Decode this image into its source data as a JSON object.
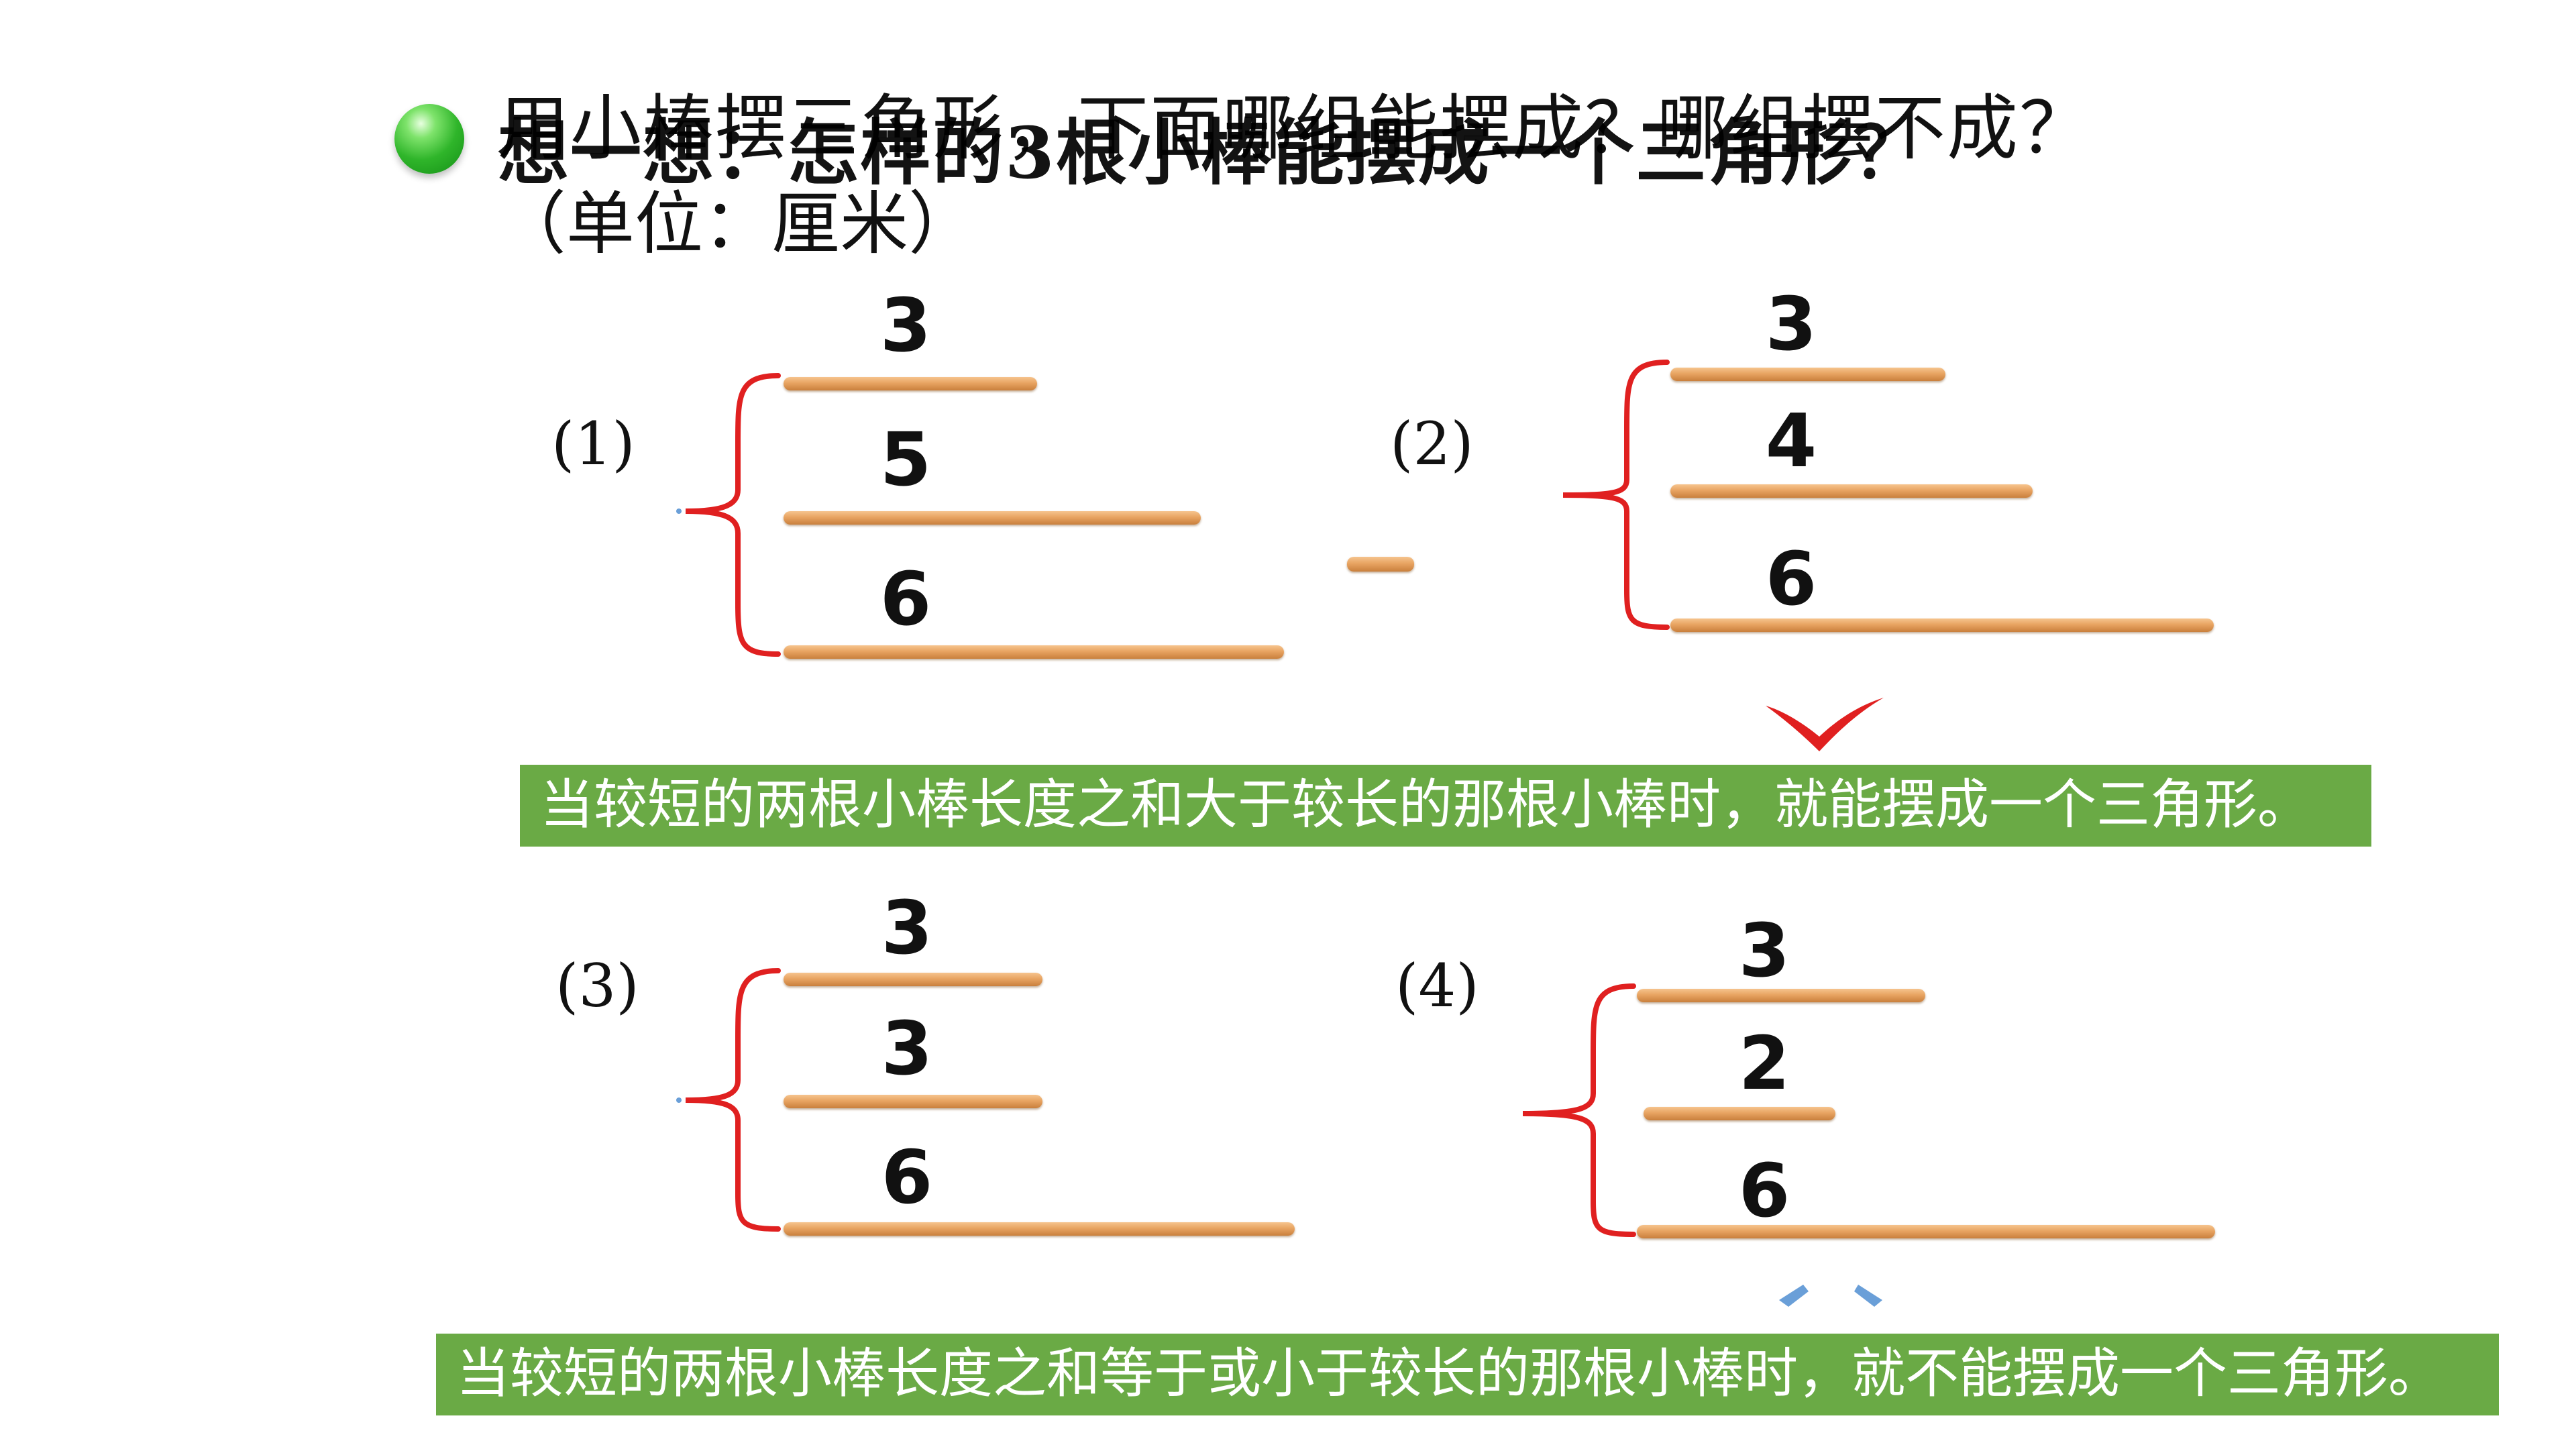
{
  "title": {
    "line1": "用小棒摆三角形，下面哪组能摆成？哪组摆不成？",
    "overlay": "想一想：怎样的3根小棒能摆成一个三角形？",
    "unit": "（单位：厘米）"
  },
  "groups": [
    {
      "label": "(1)",
      "lengths": [
        "3",
        "5",
        "6"
      ]
    },
    {
      "label": "(2)",
      "lengths": [
        "3",
        "4",
        "6"
      ]
    },
    {
      "label": "(3)",
      "lengths": [
        "3",
        "3",
        "6"
      ]
    },
    {
      "label": "(4)",
      "lengths": [
        "3",
        "2",
        "6"
      ]
    }
  ],
  "conclusions": {
    "can": "当较短的两根小棒长度之和大于较长的那根小棒时，就能摆成一个三角形。",
    "cannot": "当较短的两根小棒长度之和等于或小于较长的那根小棒时，就不能摆成一个三角形。"
  },
  "colors": {
    "bullet": "#2fb52a",
    "brace": "#e02020",
    "stick": "#e8a462",
    "banner": "#6aaa45",
    "check": "#e02020",
    "cross": "#6a9fd8"
  },
  "icons": [
    "green-bullet-icon",
    "brace-icon",
    "check-mark-icon",
    "cross-mark-icon"
  ]
}
